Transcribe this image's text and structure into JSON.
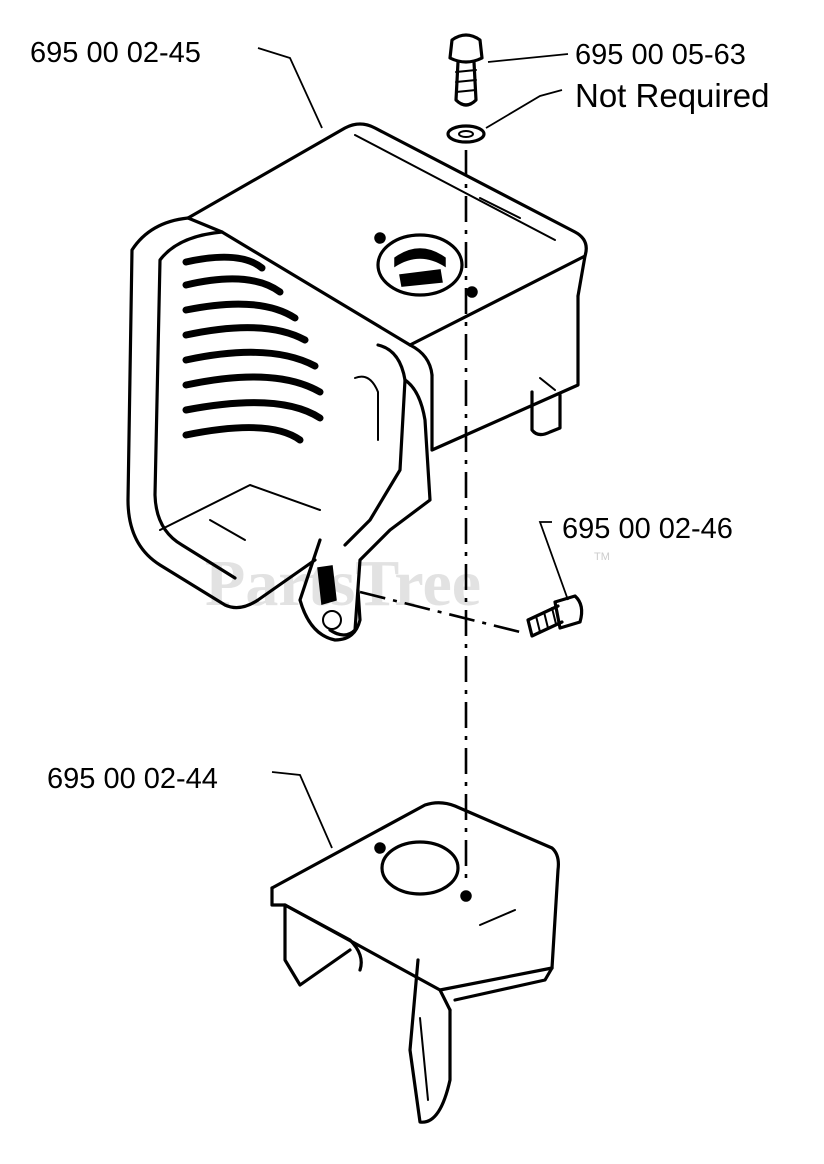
{
  "watermark": {
    "text": "PartsTree",
    "trademark": "TM"
  },
  "callouts": [
    {
      "id": "muffler-guard",
      "part_number": "695 00 02-45"
    },
    {
      "id": "screw",
      "part_number": "695 00 05-63"
    },
    {
      "id": "washer",
      "part_number": "Not Required"
    },
    {
      "id": "bolt",
      "part_number": "695 00 02-46"
    },
    {
      "id": "mounting-bracket",
      "part_number": "695 00 02-44"
    }
  ]
}
